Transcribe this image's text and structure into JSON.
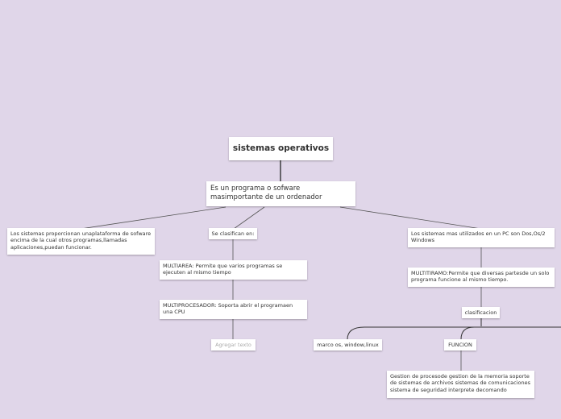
{
  "root": {
    "label": "sistemas operativos"
  },
  "definition": {
    "label": "Es un programa o sofware masimportante de un ordenador"
  },
  "left_note": {
    "label": "Los sistemas proporcionan unaplataforma de sofware encima de la cual otros programas,llamadas aplicaciones,puedan funcionar."
  },
  "classify": {
    "label": "Se clasifican en:",
    "children": [
      {
        "label": "MULTIAREA: Permite que varios programas se ejecuten al mismo tiempo"
      },
      {
        "label": "MULTIPROCESADOR: Soporta abrir el programaen una  CPU"
      }
    ],
    "add_text": "Agregar texto"
  },
  "right_branch": {
    "label": "Los sistemas mas utilizados en un PC son Dos,Os/2 Windows",
    "multiprogram": {
      "label": "MULTITIRAMO:Permite que diversas partesde un solo programa funcione al mismo tiempo."
    },
    "classification": {
      "label": "clasificacion"
    },
    "examples": {
      "label": "marco os, window,linux"
    },
    "function": {
      "label": "FUNCION",
      "detail": "Gestion de procesode gestion de la memoria soporte de sistemas de archivos sistemas de comunicaciones sistema de seguridad interprete decomando"
    }
  },
  "colors": {
    "background": "#e0d6e9",
    "node": "#ffffff",
    "link": "#555555",
    "link_strong": "#333333"
  }
}
